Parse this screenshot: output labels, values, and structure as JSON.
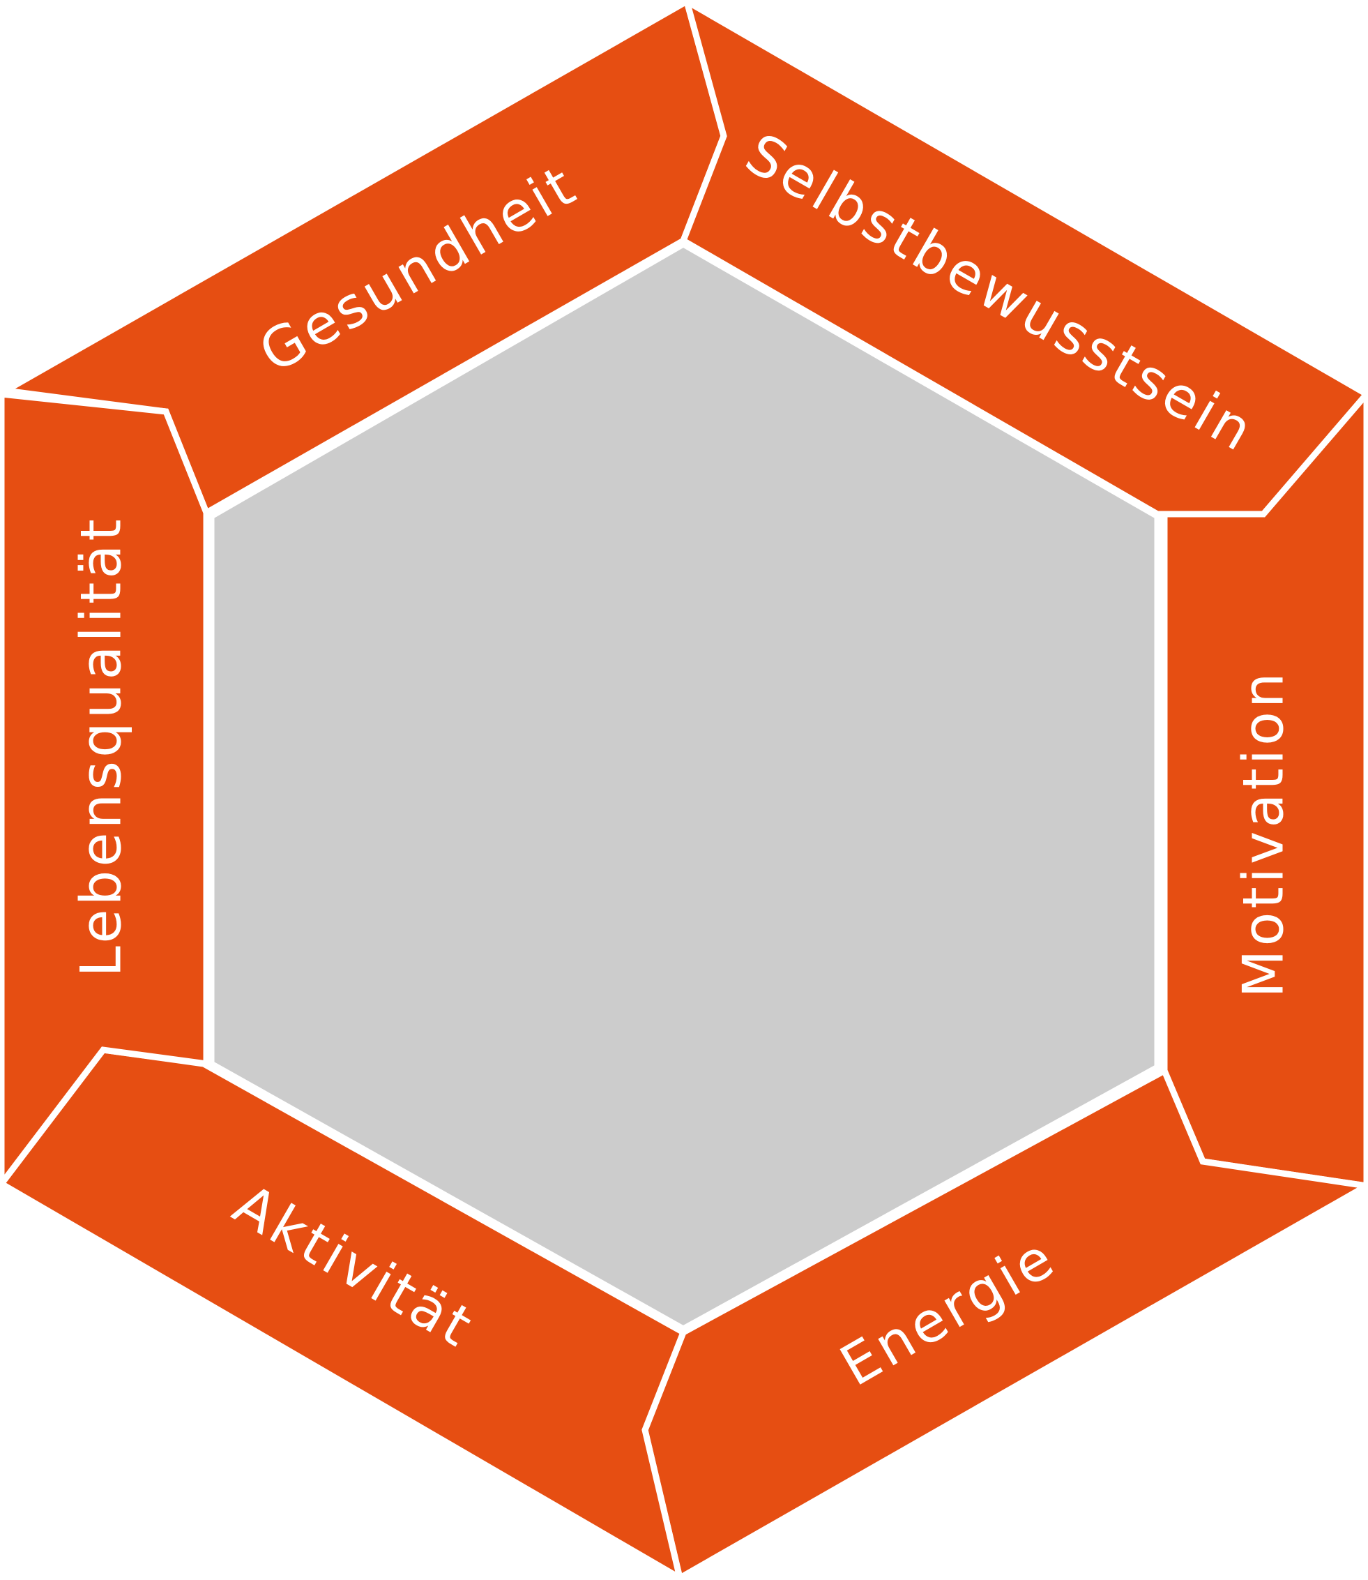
{
  "diagram": {
    "segments": [
      {
        "id": "gesundheit",
        "label": "Gesundheit"
      },
      {
        "id": "selbstbewusstsein",
        "label": "Selbstbewusstsein"
      },
      {
        "id": "motivation",
        "label": "Motivation"
      },
      {
        "id": "energie",
        "label": "Energie"
      },
      {
        "id": "aktivitaet",
        "label": "Aktivität"
      },
      {
        "id": "lebensqualitaet",
        "label": "Lebensqualität"
      }
    ],
    "center": {
      "label": ""
    }
  },
  "colors": {
    "segment_fill": "#e64e12",
    "center_fill": "#cccccc",
    "separator": "#ffffff",
    "label_text": "#ffffff"
  }
}
